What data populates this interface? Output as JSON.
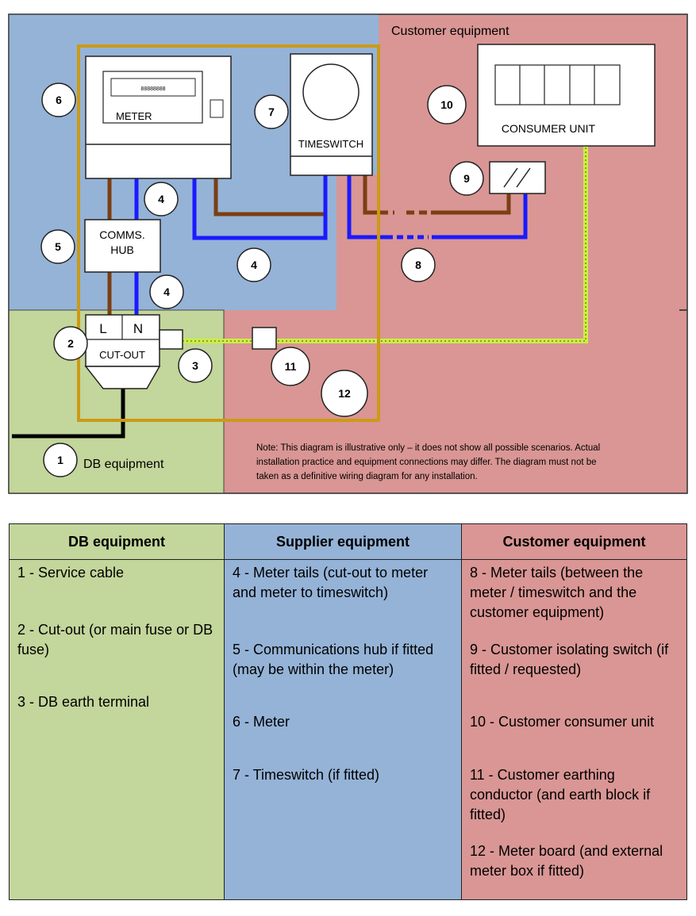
{
  "diagram": {
    "region_customer": "Customer equipment",
    "region_db": "DB equipment",
    "meter_label": "METER",
    "meter_display": "88888888",
    "timeswitch_label": "TIMESWITCH",
    "consumer_unit_label": "CONSUMER UNIT",
    "comms_hub_line1": "COMMS.",
    "comms_hub_line2": "HUB",
    "cutout_label": "CUT-OUT",
    "cutout_live": "L",
    "cutout_neutral": "N",
    "note_line1": "Note: This diagram is illustrative only – it does not show all possible scenarios.  Actual",
    "note_line2": "installation practice and equipment connections may differ.  The diagram must not be",
    "note_line3": "taken as a definitive wiring diagram for any installation.",
    "callouts": [
      "1",
      "2",
      "3",
      "4",
      "4",
      "4",
      "5",
      "6",
      "7",
      "8",
      "9",
      "10",
      "11",
      "12"
    ],
    "colors": {
      "db_region": "#c3d69b",
      "supplier_region": "#95b3d7",
      "customer_region": "#d99694",
      "meter_board": "#cc9a16",
      "live_wire": "#7b3f12",
      "neutral_wire": "#1a1aff",
      "earth_wire": "#ccee44"
    }
  },
  "legend": {
    "headers": [
      "DB equipment",
      "Supplier equipment",
      "Customer equipment"
    ],
    "db": [
      "1 - Service cable",
      "2 - Cut-out (or main fuse or DB fuse)",
      "3 - DB earth terminal"
    ],
    "supplier": [
      "4 - Meter tails (cut-out to meter and meter to timeswitch)",
      "5 - Communications hub if fitted (may be within the meter)",
      "6 - Meter",
      "7 - Timeswitch (if fitted)"
    ],
    "customer": [
      "8 - Meter tails (between the meter / timeswitch and the customer equipment)",
      "9 - Customer isolating switch (if fitted / requested)",
      "10 - Customer consumer unit",
      "11 - Customer earthing conductor (and earth block if fitted)",
      "12 - Meter board (and external meter box if fitted)"
    ]
  }
}
